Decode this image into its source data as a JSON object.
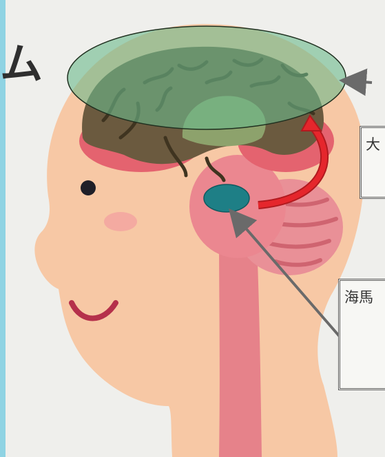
{
  "title": {
    "fragment": "ム"
  },
  "labels": {
    "cerebrum_box": "大",
    "hippocampus_box": "海馬"
  },
  "colors": {
    "side_strip": "#8fd3e3",
    "skin": "#f7c8a5",
    "brain_red": "#e6707a",
    "cortex_highlight": "#6ab98c",
    "hippocampus_marker": "#1e7f86",
    "arrow_red": "#e5262c"
  },
  "icons": [
    "curved-red-arrow",
    "gray-pointer-arrow"
  ]
}
